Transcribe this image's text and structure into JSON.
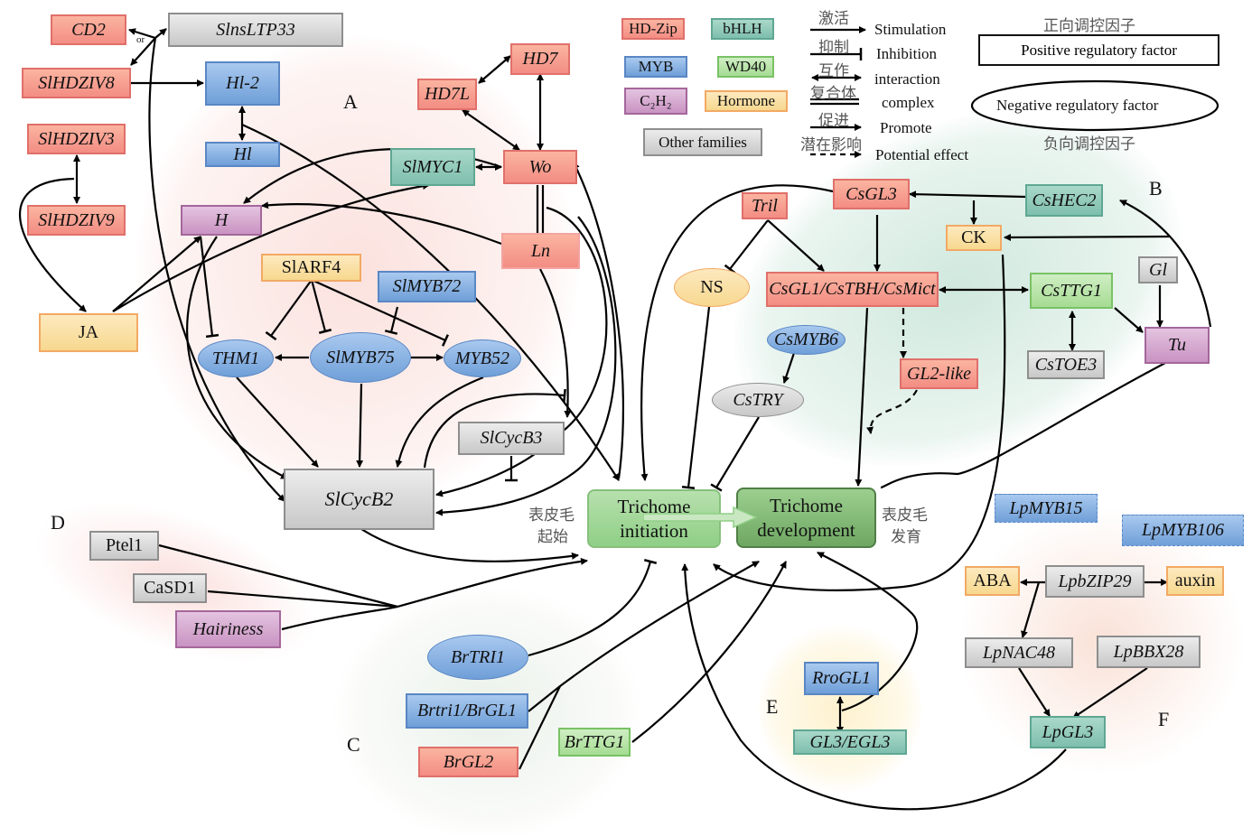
{
  "panels": {
    "A": "A",
    "B": "B",
    "C": "C",
    "D": "D",
    "E": "E",
    "F": "F"
  },
  "legend": {
    "families": {
      "hdzip": "HD-Zip",
      "bhlh": "bHLH",
      "myb": "MYB",
      "wd40": "WD40",
      "c2h2": "C₂H₂",
      "hormone": "Hormone",
      "other": "Other families"
    },
    "arrows": [
      {
        "cn": "激活",
        "en": "Stimulation",
        "type": "arrow"
      },
      {
        "cn": "抑制",
        "en": "Inhibition",
        "type": "bar"
      },
      {
        "cn": "互作",
        "en": "interaction",
        "type": "double"
      },
      {
        "cn": "复合体",
        "en": "complex",
        "type": "double-line"
      },
      {
        "cn": "促进",
        "en": "Promote",
        "type": "arrow"
      },
      {
        "cn": "潜在影响",
        "en": "Potential effect",
        "type": "dashed"
      }
    ],
    "positive_cn": "正向调控因子",
    "positive_en": "Positive regulatory factor",
    "negative_en": "Negative regulatory factor",
    "negative_cn": "负向调控因子"
  },
  "colors": {
    "hdzip": "#f38d84",
    "bhlh": "#7fbfad",
    "myb": "#6f9fd8",
    "wd40": "#a6dc93",
    "c2h2": "#c993c2",
    "hormone": "#f7d88f",
    "other": "#c8c8c8",
    "trichome_init": "#8fcf86",
    "trichome_dev": "#6ea762"
  },
  "nodes": {
    "CD2": "CD2",
    "SlnsLTP33": "SlnsLTP33",
    "SlHDZIV8": "SlHDZIV8",
    "Hl2": "Hl-2",
    "Hl": "Hl",
    "SlHDZIV3": "SlHDZIV3",
    "SlHDZIV9": "SlHDZIV9",
    "H": "H",
    "JA": "JA",
    "SlARF4": "SlARF4",
    "SlMYB72": "SlMYB72",
    "THM1": "THM1",
    "SlMYB75": "SlMYB75",
    "MYB52": "MYB52",
    "SlCycB3": "SlCycB3",
    "SlCycB2": "SlCycB2",
    "HD7": "HD7",
    "HD7L": "HD7L",
    "Wo": "Wo",
    "SlMYC1": "SlMYC1",
    "Ln": "Ln",
    "CsGL3": "CsGL3",
    "Tril": "Tril",
    "CsHEC2": "CsHEC2",
    "CK": "CK",
    "NS": "NS",
    "CsGL1": "CsGL1/CsTBH/CsMict",
    "CsTTG1": "CsTTG1",
    "Gl": "Gl",
    "Tu": "Tu",
    "CsTOE3": "CsTOE3",
    "CsMYB6": "CsMYB6",
    "CsTRY": "CsTRY",
    "GL2like": "GL2-like",
    "Ptel1": "Ptel1",
    "CaSD1": "CaSD1",
    "Hairiness": "Hairiness",
    "BrTRI1": "BrTRI1",
    "Brtri1": "Brtri1/BrGL1",
    "BrGL2": "BrGL2",
    "BrTTG1": "BrTTG1",
    "RroGL1": "RroGL1",
    "GL3EGL3": "GL3/EGL3",
    "LpMYB15": "LpMYB15",
    "LpMYB106": "LpMYB106",
    "ABA": "ABA",
    "LpbZIP29": "LpbZIP29",
    "auxin": "auxin",
    "LpNAC48": "LpNAC48",
    "LpBBX28": "LpBBX28",
    "LpGL3": "LpGL3"
  },
  "or_label": "or",
  "center": {
    "init_title": "Trichome initiation",
    "init_line1": "Trichome",
    "init_line2": "initiation",
    "dev_line1": "Trichome",
    "dev_line2": "development",
    "init_cn1": "表皮毛",
    "init_cn2": "起始",
    "dev_cn1": "表皮毛",
    "dev_cn2": "发育"
  }
}
